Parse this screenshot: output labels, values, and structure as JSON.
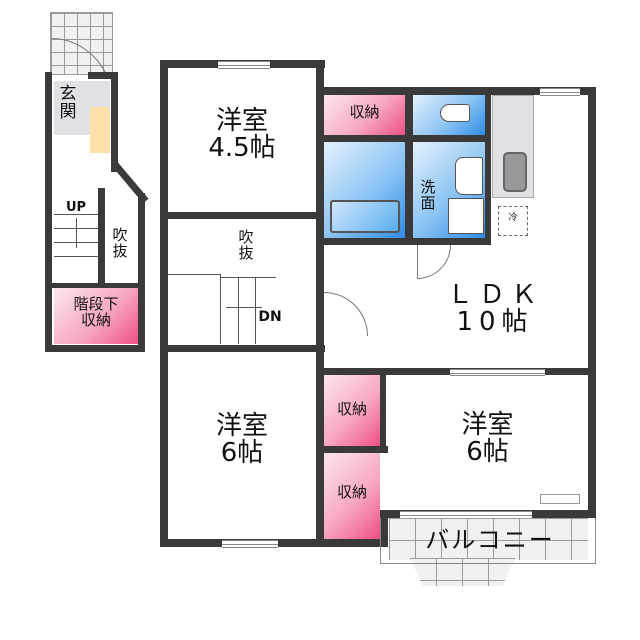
{
  "floorplan": {
    "rooms": {
      "genkan": {
        "label": "玄\n関"
      },
      "fukinuke_left": {
        "label": "吹\n抜"
      },
      "up": {
        "label": "UP"
      },
      "kaidanshita": {
        "label": "階段下\n収納"
      },
      "youshitsu_45": {
        "label": "洋室\n4.5帖"
      },
      "fukinuke_center": {
        "label": "吹\n抜"
      },
      "dn": {
        "label": "DN"
      },
      "shuno_top": {
        "label": "収納"
      },
      "senmen": {
        "label": "洗\n面"
      },
      "ldk": {
        "label": "ＬＤＫ\n10帖"
      },
      "refrigerator": {
        "label": "冷"
      },
      "youshitsu_6_left": {
        "label": "洋室\n6帖"
      },
      "shuno_mid": {
        "label": "収納"
      },
      "shuno_bottom": {
        "label": "収納"
      },
      "youshitsu_6_right": {
        "label": "洋室\n6帖"
      },
      "balcony": {
        "label": "バルコニー"
      }
    },
    "colors": {
      "wall": "#3a3a3a",
      "storage": "#f27aa5",
      "water": "#4a9fe8",
      "kitchen": "#dfe1e4",
      "entrance_step": "#fbe0a8"
    }
  }
}
